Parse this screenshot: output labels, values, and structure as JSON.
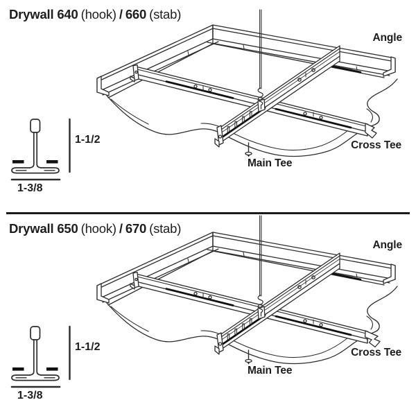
{
  "palette": {
    "background": "#ffffff",
    "line": "#2c2c2c",
    "text": "#1d1d1d",
    "divider": "#1a1a1a",
    "reveal_stripe": "#111111"
  },
  "sections": [
    {
      "id": "drywall-640-660",
      "title": {
        "model_a": "Drywall 640",
        "type_a": "(hook)",
        "separator": "/",
        "model_b": "660",
        "type_b": "(stab)"
      },
      "callouts": {
        "angle": "Angle",
        "cross_tee": "Cross Tee",
        "main_tee": "Main Tee"
      },
      "profile": {
        "height_label": "1-1/2",
        "width_label": "1-3/8"
      },
      "end_style": "hook"
    },
    {
      "id": "drywall-650-670",
      "title": {
        "model_a": "Drywall 650",
        "type_a": "(hook)",
        "separator": "/",
        "model_b": "670",
        "type_b": "(stab)"
      },
      "callouts": {
        "angle": "Angle",
        "cross_tee": "Cross Tee",
        "main_tee": "Main Tee"
      },
      "profile": {
        "height_label": "1-1/2",
        "width_label": "1-3/8"
      },
      "end_style": "stab"
    }
  ]
}
